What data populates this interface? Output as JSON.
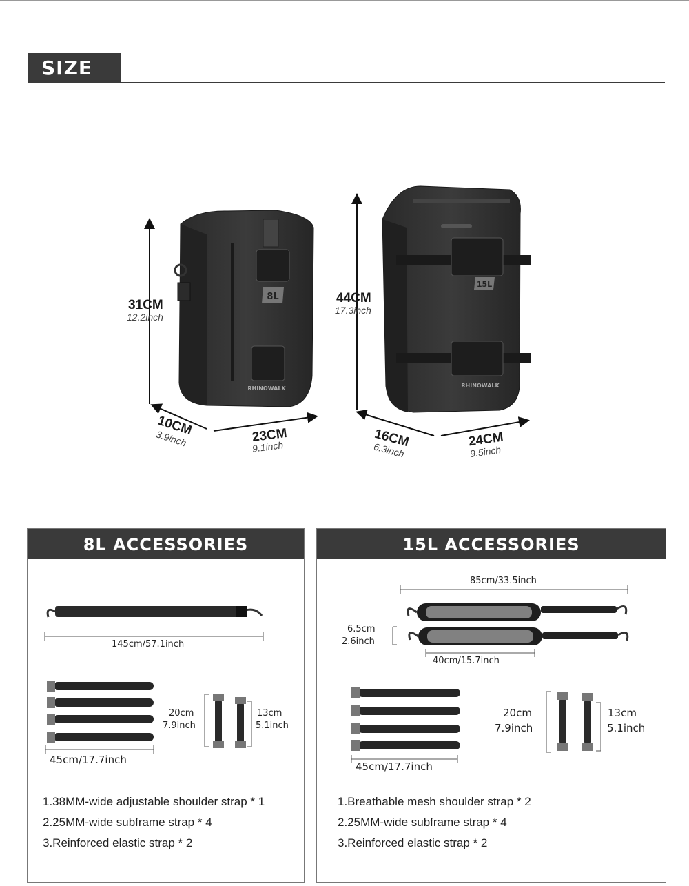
{
  "header": {
    "title": "SIZE"
  },
  "bag8": {
    "badge": "8L",
    "brand": "RHINOWALK",
    "height_cm": "31CM",
    "height_in": "12.2inch",
    "depth_cm": "10CM",
    "depth_in": "3.9inch",
    "width_cm": "23CM",
    "width_in": "9.1inch"
  },
  "bag15": {
    "badge": "15L",
    "brand": "RHINOWALK",
    "height_cm": "44CM",
    "height_in": "17.3inch",
    "depth_cm": "16CM",
    "depth_in": "6.3inch",
    "width_cm": "24CM",
    "width_in": "9.5inch"
  },
  "acc8": {
    "title": "8L ACCESSORIES",
    "shoulder_len": "145cm/57.1inch",
    "subframe_len": "45cm/17.7inch",
    "elastic_long_cm": "20cm",
    "elastic_long_in": "7.9inch",
    "elastic_short_cm": "13cm",
    "elastic_short_in": "5.1inch",
    "items": [
      "1.38MM-wide adjustable shoulder strap * 1",
      "2.25MM-wide subframe strap * 4",
      "3.Reinforced elastic strap * 2"
    ]
  },
  "acc15": {
    "title": "15L ACCESSORIES",
    "shoulder_len": "85cm/33.5inch",
    "pad_w_cm": "6.5cm",
    "pad_w_in": "2.6inch",
    "pad_len": "40cm/15.7inch",
    "subframe_len": "45cm/17.7inch",
    "elastic_long_cm": "20cm",
    "elastic_long_in": "7.9inch",
    "elastic_short_cm": "13cm",
    "elastic_short_in": "5.1inch",
    "items": [
      "1.Breathable mesh shoulder strap * 2",
      "2.25MM-wide subframe strap * 4",
      "3.Reinforced elastic strap * 2"
    ]
  }
}
